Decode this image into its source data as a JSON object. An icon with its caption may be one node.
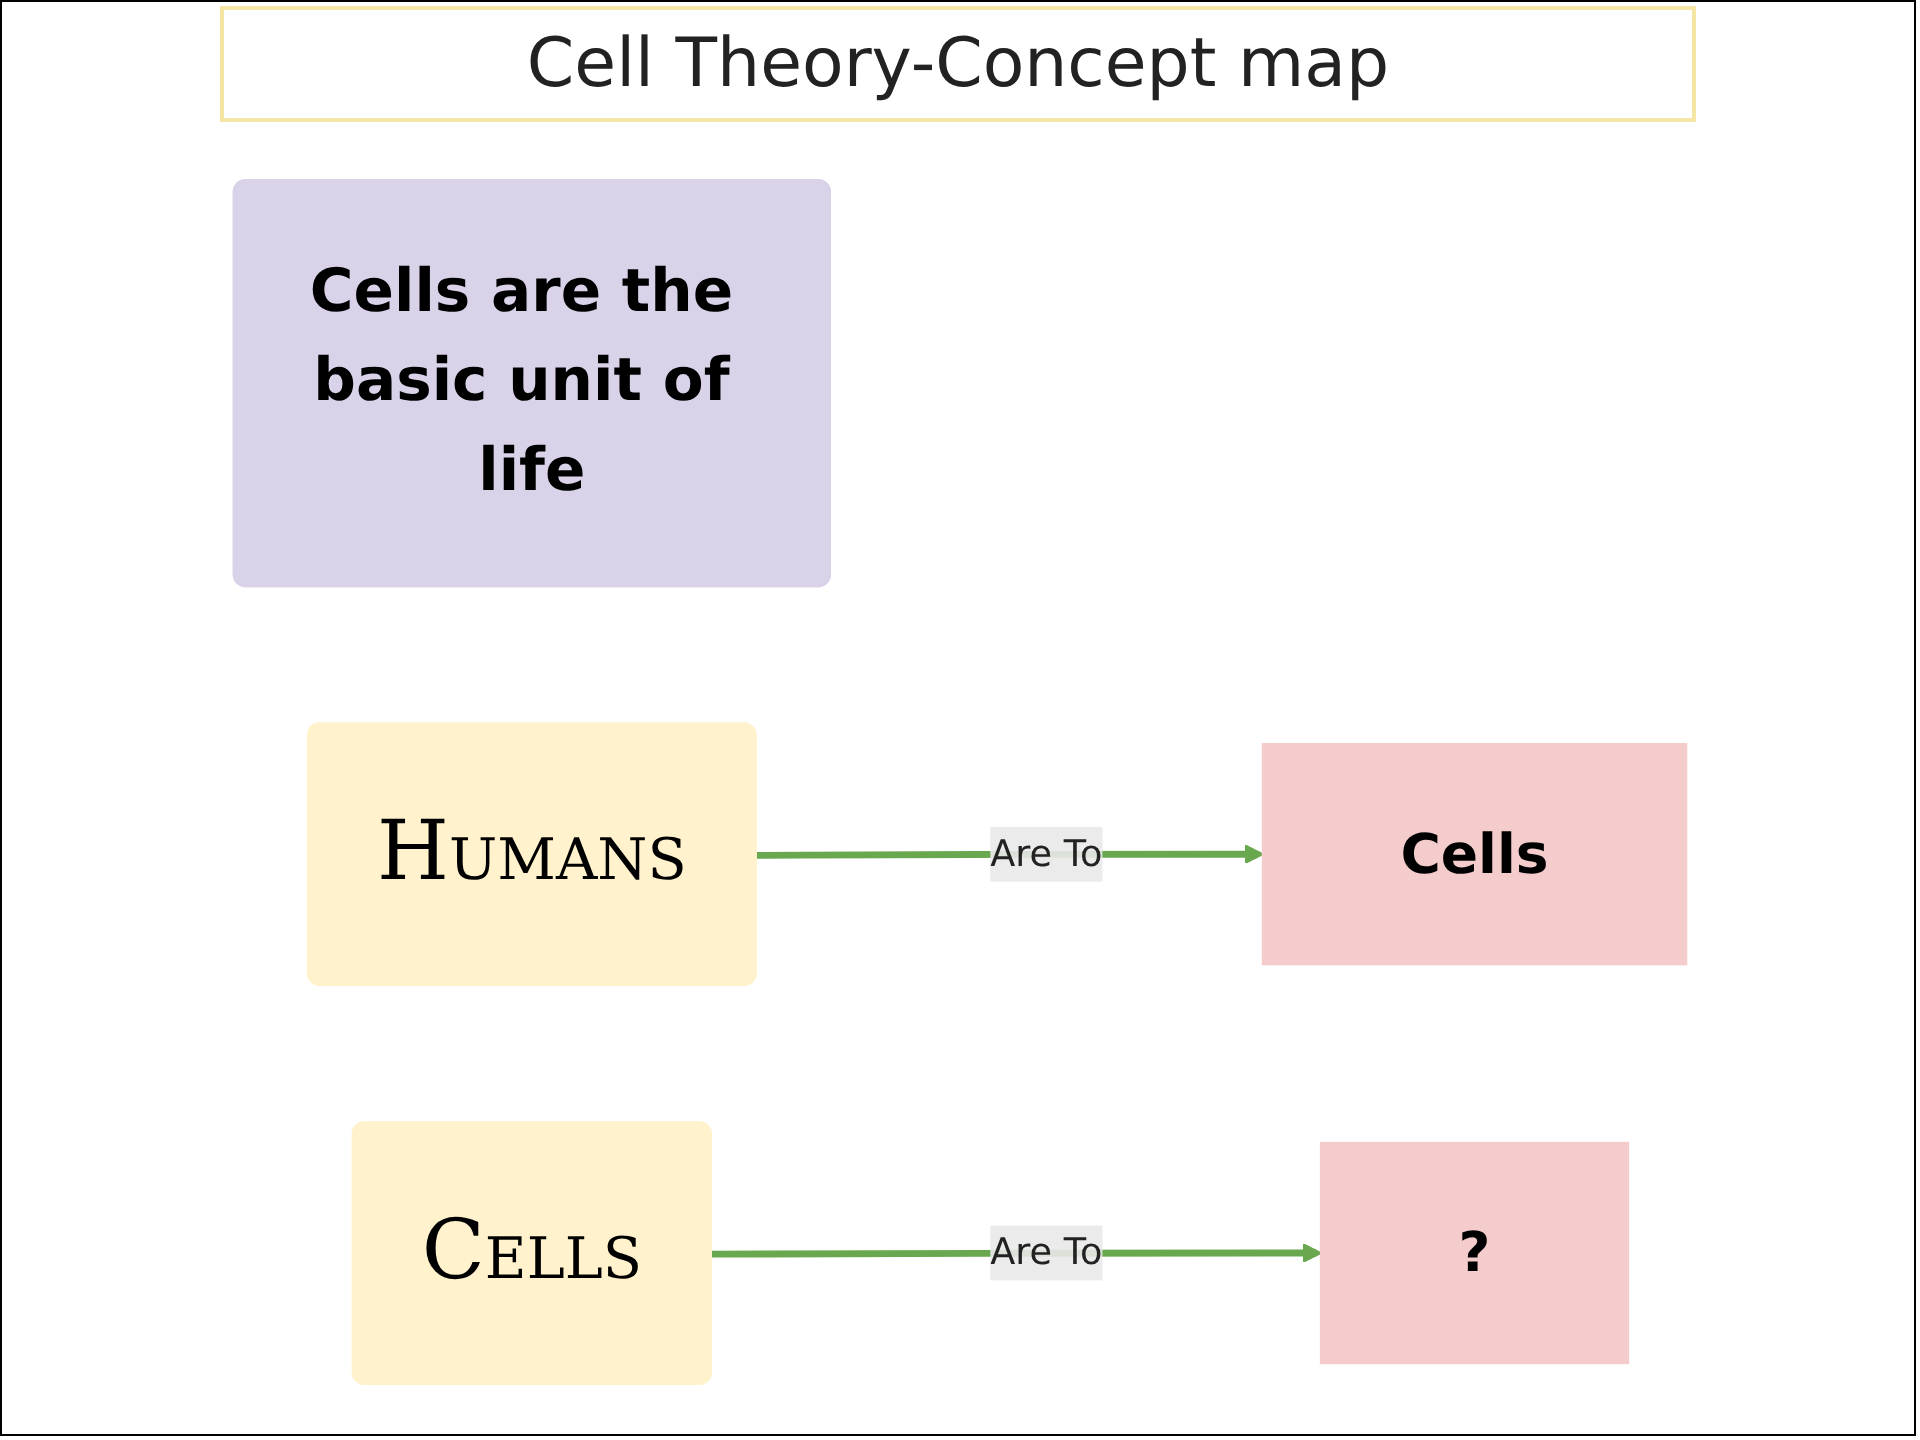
{
  "diagram": {
    "title": "Cell Theory-Concept map",
    "nodes": [
      {
        "text": [
          "Cells are the basic unit of life"
        ]
      },
      {
        "text": [
          "Humans"
        ]
      },
      {
        "text": [
          "Cells"
        ]
      },
      {
        "text": [
          "Cells"
        ]
      },
      {
        "text": [
          "?"
        ]
      }
    ],
    "edges": [
      {
        "from": 1,
        "to": 2,
        "arrow": "to",
        "label": "Are To"
      },
      {
        "from": 3,
        "to": 4,
        "arrow": "to",
        "label": "Are To"
      }
    ]
  }
}
